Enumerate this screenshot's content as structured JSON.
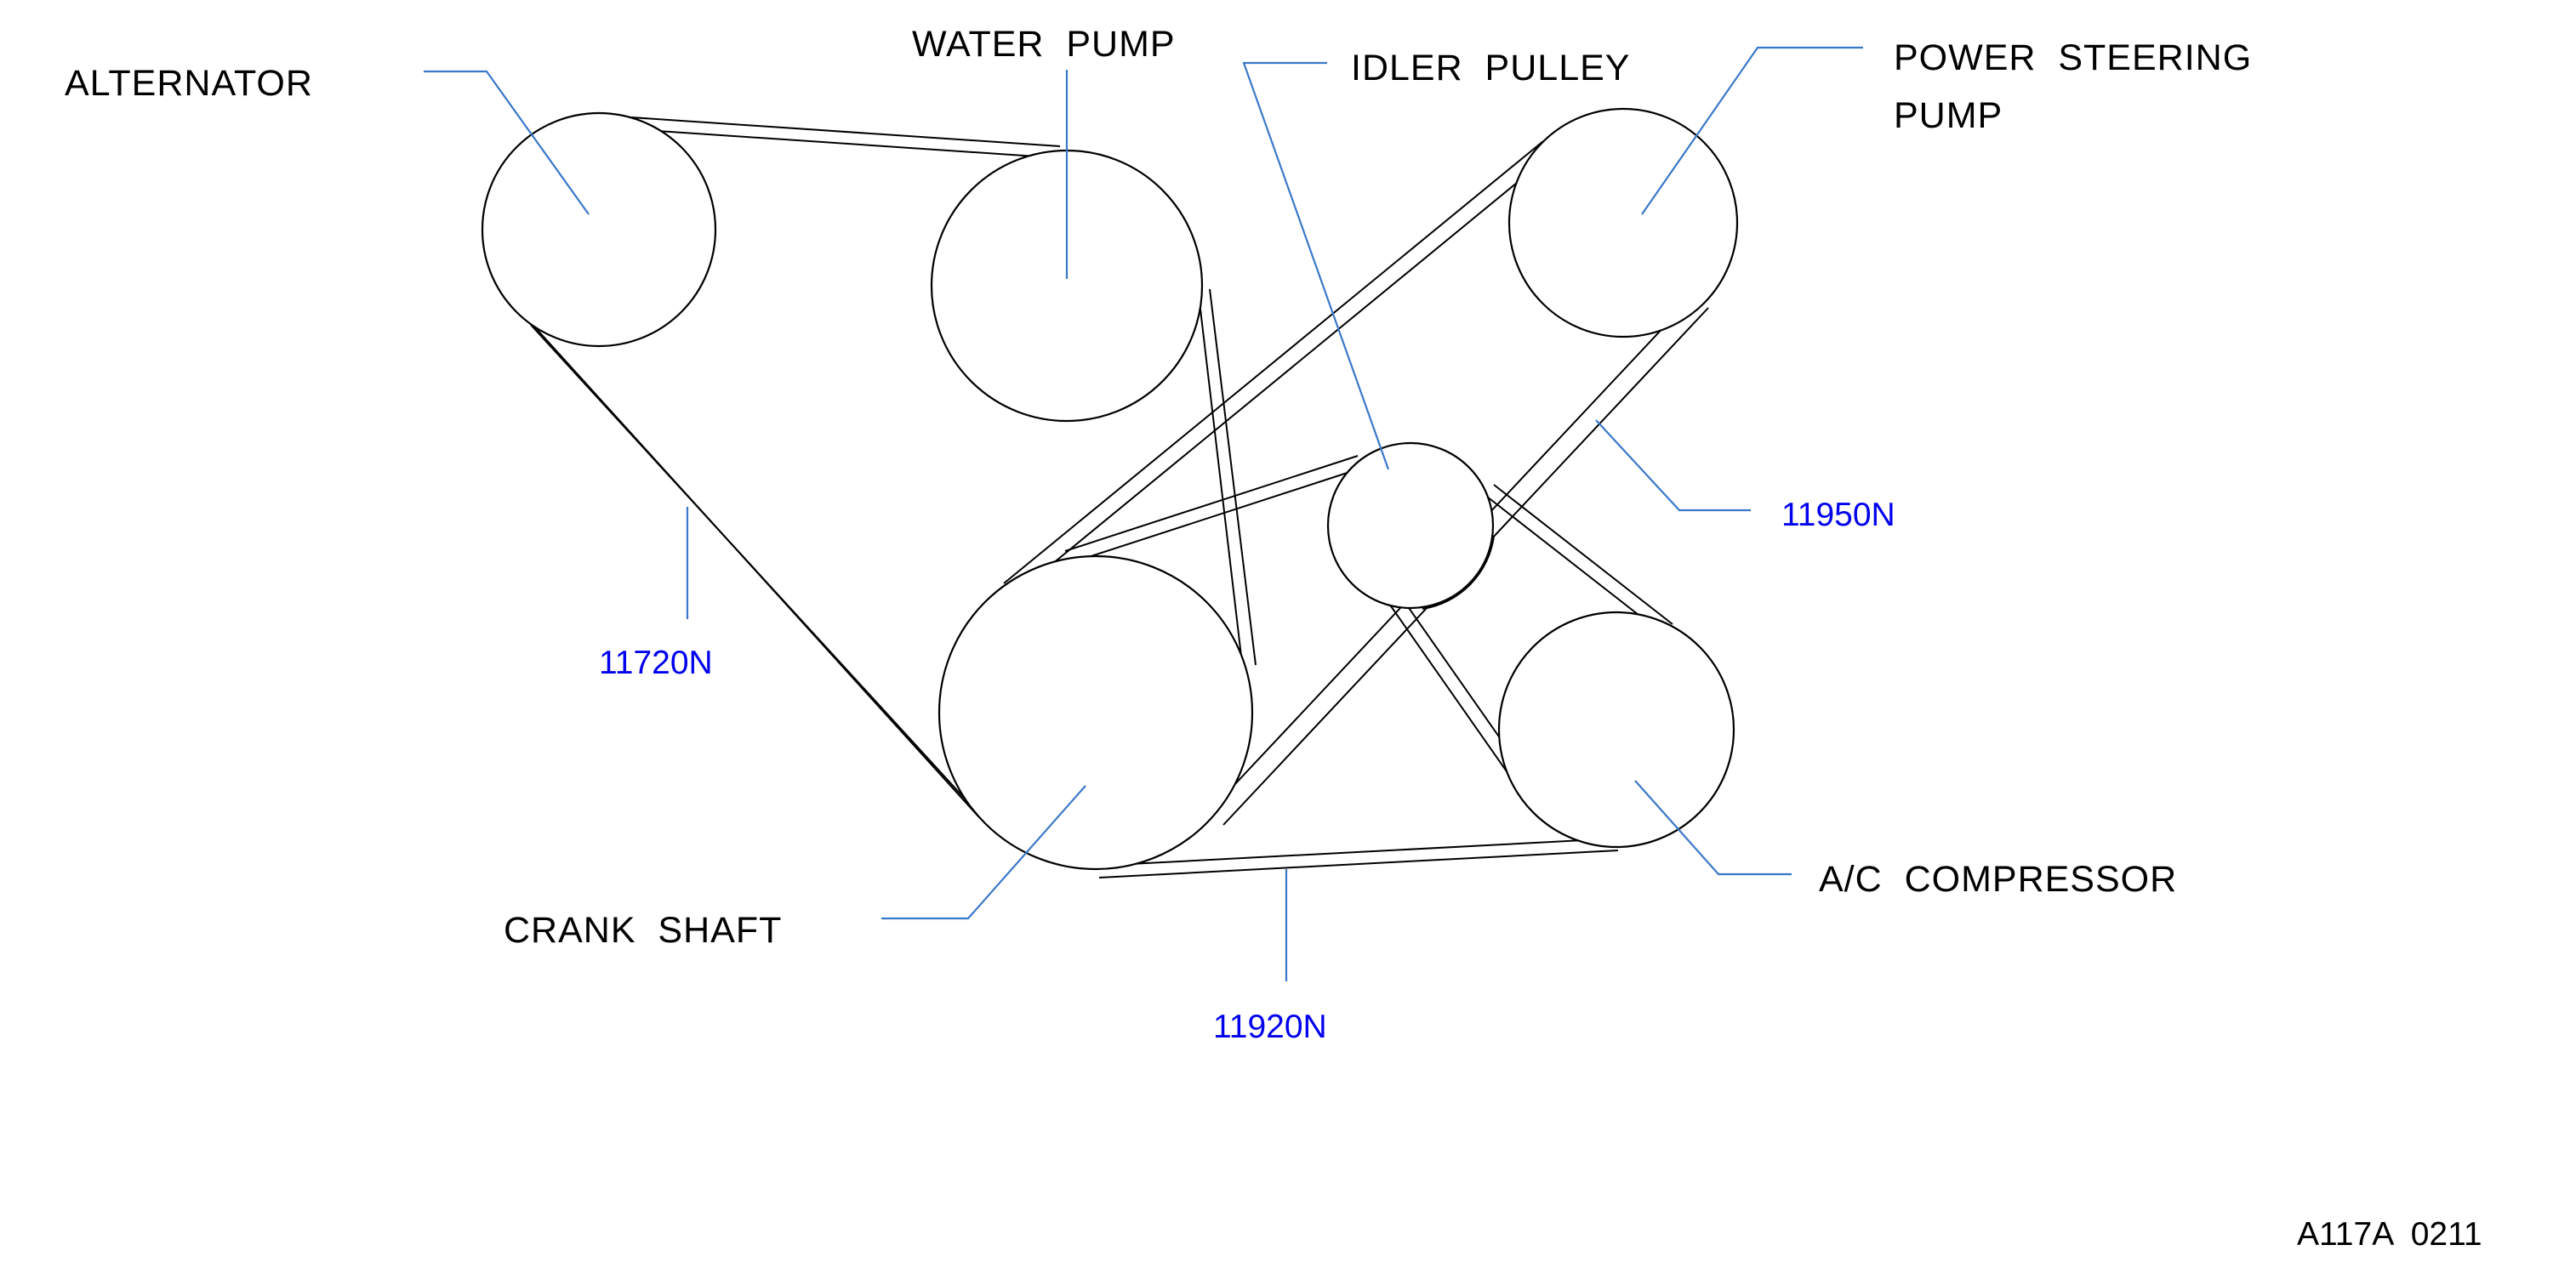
{
  "components": {
    "alternator": "ALTERNATOR",
    "water_pump": "WATER  PUMP",
    "idler_pulley": "IDLER  PULLEY",
    "power_steering_line1": "POWER  STEERING",
    "power_steering_line2": "PUMP",
    "crank_shaft": "CRANK  SHAFT",
    "ac_compressor": "A/C  COMPRESSOR"
  },
  "belts": {
    "alternator_belt": "11720N",
    "ac_belt": "11920N",
    "power_steering_belt": "11950N"
  },
  "figure_code": "A117A  0211",
  "colors": {
    "line_art": "#000000",
    "part_number_text": "#0000ee",
    "leader_lines": "#3a78c9"
  }
}
